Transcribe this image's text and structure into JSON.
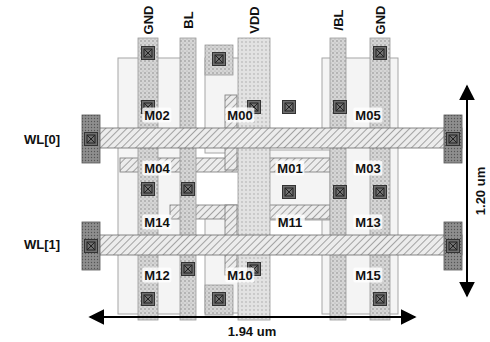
{
  "diagram": {
    "labels": [
      "GND",
      "BL",
      "VDD",
      "/BL",
      "GND",
      "WL[0]",
      "M02",
      "M00",
      "M05",
      "M04",
      "M01",
      "M03",
      "WL[1]",
      "M14",
      "M11",
      "M13",
      "M12",
      "M10",
      "M15",
      "1.20 um",
      "1.94 um"
    ]
  }
}
